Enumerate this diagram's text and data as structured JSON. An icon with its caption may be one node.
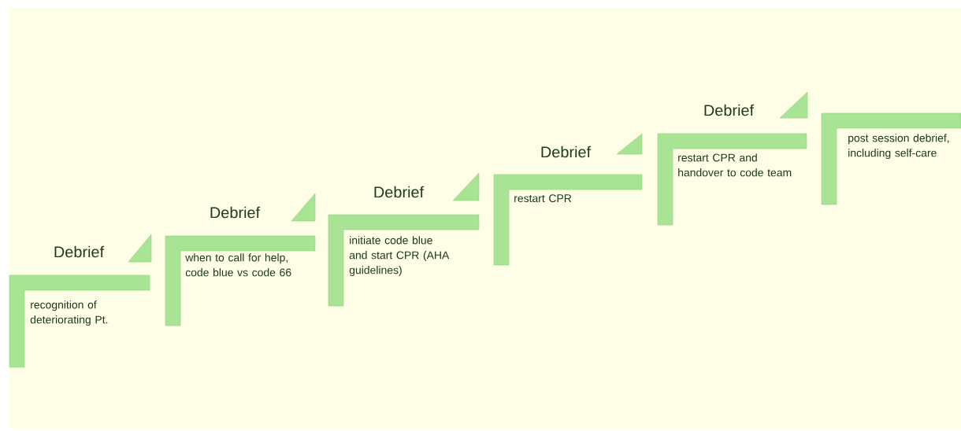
{
  "diagram": {
    "nodes": [
      {
        "text": [
          "recognition of deteriorating Pt."
        ]
      },
      {
        "text": [
          "when to call for help, code blue vs code 66"
        ]
      },
      {
        "text": [
          "initiate code blue and start CPR  (AHA guidelines)"
        ]
      },
      {
        "text": [
          "restart CPR"
        ]
      },
      {
        "text": [
          "restart CPR and handover to code team"
        ]
      },
      {
        "text": [
          "post session debrief, including self-care"
        ]
      }
    ],
    "labels": [
      "Debrief",
      "Debrief",
      "Debrief",
      "Debrief",
      "Debrief"
    ]
  }
}
